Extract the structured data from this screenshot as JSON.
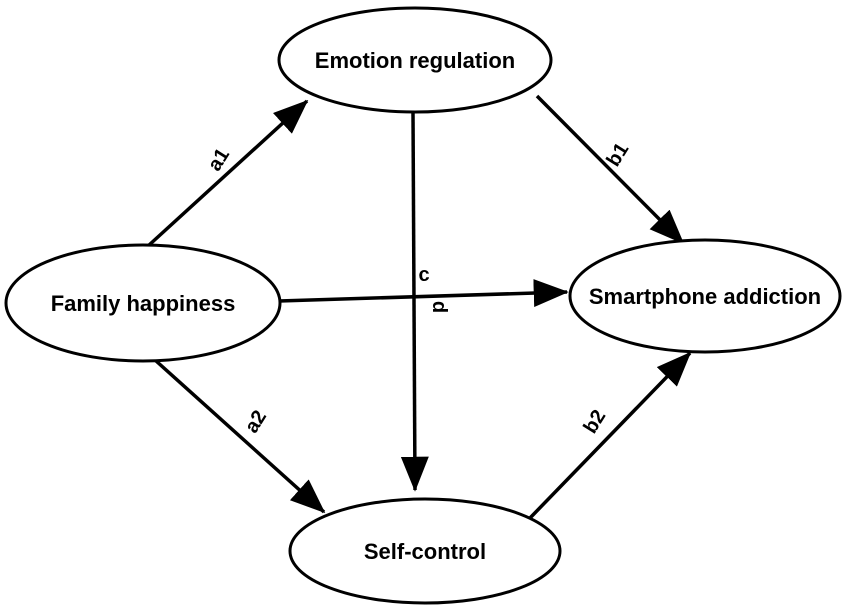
{
  "nodes": {
    "family_happiness": "Family happiness",
    "emotion_regulation": "Emotion regulation",
    "self_control": "Self-control",
    "smartphone_addiction": "Smartphone addiction"
  },
  "paths": {
    "a1": "a1",
    "a2": "a2",
    "b1": "b1",
    "b2": "b2",
    "c": "c",
    "d": "d"
  },
  "colors": {
    "line": "#000000",
    "background": "#ffffff"
  }
}
